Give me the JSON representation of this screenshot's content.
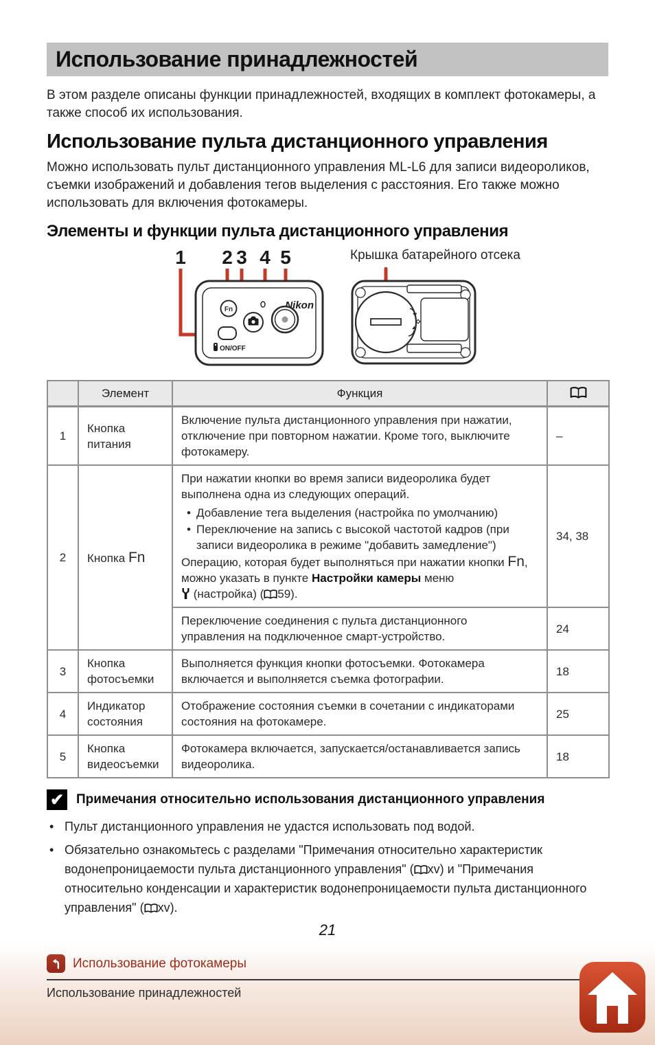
{
  "colors": {
    "header_bar_bg": "#c2c2c2",
    "table_header_bg": "#e9e9e9",
    "table_border": "#8f8f8f",
    "callout_red": "#c23a26",
    "footer_link_red": "#9c2d1c",
    "home_gradient_top": "#d95433",
    "home_gradient_bottom": "#a42a12"
  },
  "header": {
    "title": "Использование принадлежностей"
  },
  "intro": "В этом разделе описаны функции принадлежностей, входящих в комплект фотокамеры, а также способ их использования.",
  "section": {
    "title": "Использование пульта дистанционного управления",
    "body": "Можно использовать пульт дистанционного управления ML-L6 для записи видеороликов, съемки изображений и добавления тегов выделения с расстояния. Его также можно использовать для включения фотокамеры.",
    "subsection_title": "Элементы и функции пульта дистанционного управления"
  },
  "diagram": {
    "callouts": [
      "1",
      "2",
      "3",
      "4",
      "5"
    ],
    "brand": "Nikon",
    "fn_button": "Fn",
    "onoff_label": "ON/OFF",
    "battery_cover_label": "Крышка батарейного отсека"
  },
  "table": {
    "header": {
      "element": "Элемент",
      "function": "Функция"
    },
    "rows": [
      {
        "num": "1",
        "element": "Кнопка питания",
        "function": "Включение пульта дистанционного управления при нажатии, отключение при повторном нажатии. Кроме того, выключите фотокамеру.",
        "ref": "–"
      },
      {
        "num": "2",
        "element_prefix": "Кнопка",
        "element_fn": "Fn",
        "function_intro": "При нажатии кнопки во время записи видеоролика будет выполнена одна из следующих операций.",
        "bullets": [
          "Добавление тега выделения (настройка по умолчанию)",
          "Переключение на запись с высокой частотой кадров (при записи видеоролика в режиме \"добавить замедление\")"
        ],
        "function_after_1": "Операцию, которая будет выполняться при нажатии кнопки",
        "fn_glyph": "Fn",
        "function_after_2": ", можно указать в пункте",
        "bold_term": "Настройки камеры",
        "function_after_3": "меню",
        "setup_label": "(настройка) (",
        "setup_ref": "59).",
        "ref1": "34, 38",
        "function2": "Переключение соединения с пульта дистанционного управления на подключенное смарт-устройство.",
        "ref2": "24"
      },
      {
        "num": "3",
        "element": "Кнопка фотосъемки",
        "function": "Выполняется функция кнопки фотосъемки. Фотокамера включается и выполняется съемка фотографии.",
        "ref": "18"
      },
      {
        "num": "4",
        "element": "Индикатор состояния",
        "function": "Отображение состояния съемки в сочетании с индикаторами состояния на фотокамере.",
        "ref": "25"
      },
      {
        "num": "5",
        "element": "Кнопка видеосъемки",
        "function": "Фотокамера включается, запускается/останавливается запись видеоролика.",
        "ref": "18"
      }
    ]
  },
  "notes": {
    "title": "Примечания относительно использования дистанционного управления",
    "bullet1": "Пульт дистанционного управления не удастся использовать под водой.",
    "bullet2_part1": "Обязательно ознакомьтесь с разделами \"Примечания относительно характеристик водонепроницаемости пульта дистанционного управления\" (",
    "bullet2_ref1": "xv) и \"Примечания относительно конденсации и характеристик водонепроницаемости пульта дистанционного управления\" (",
    "bullet2_ref2": "xv)."
  },
  "footer": {
    "page_number": "21",
    "link_label": "Использование фотокамеры",
    "breadcrumb": "Использование принадлежностей"
  }
}
